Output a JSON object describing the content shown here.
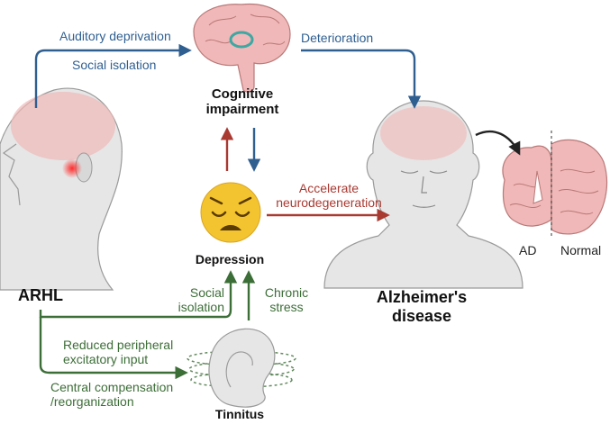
{
  "nodes": {
    "arhl": "ARHL",
    "cognitive": [
      "Cognitive",
      "impairment"
    ],
    "depression": "Depression",
    "tinnitus": "Tinnitus",
    "alzheimers": [
      "Alzheimer's",
      "disease"
    ],
    "ad": "AD",
    "normal": "Normal"
  },
  "edges": {
    "auditory_deprivation": "Auditory deprivation",
    "social_isolation_top": "Social isolation",
    "deterioration": "Deterioration",
    "accelerate": [
      "Accelerate",
      "neurodegeneration"
    ],
    "social_isolation_bottom": [
      "Social",
      "isolation"
    ],
    "chronic_stress": [
      "Chronic",
      "stress"
    ],
    "reduced_input": [
      "Reduced peripheral",
      "excitatory input"
    ],
    "central_compensation": [
      "Central compensation",
      "/reorganization"
    ]
  },
  "colors": {
    "blue": "#2f5f91",
    "red": "#a93a32",
    "green": "#3c6e37",
    "brain": "#f0b8b8",
    "face": "#e6e6e6",
    "emoji": "#f4c430"
  }
}
